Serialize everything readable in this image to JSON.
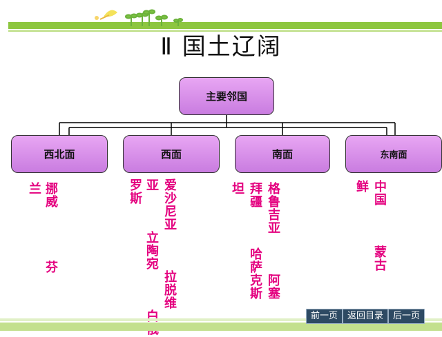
{
  "slide": {
    "title": "Ⅱ 国土辽阔",
    "root_label": "主要邻国",
    "categories": [
      {
        "label": "西北面",
        "columns": [
          "兰",
          "挪威\n\n\n芬"
        ]
      },
      {
        "label": "西面",
        "columns": [
          "罗斯",
          "亚\n\n立陶宛\n\n白俄",
          "爱沙尼亚\n\n拉脱维"
        ]
      },
      {
        "label": "南面",
        "columns": [
          "坦",
          "拜疆\n\n哈萨克斯",
          "格鲁吉亚\n\n阿塞"
        ]
      },
      {
        "label": "东南面",
        "columns": [
          "鲜",
          "中国\n\n蒙古\n\n朝"
        ]
      }
    ]
  },
  "nav": {
    "prev_label": "前一页",
    "menu_label": "返回目录",
    "next_label": "后一页"
  },
  "colors": {
    "node_fill": "#d98ee9",
    "text_accent": "#e4007f",
    "band": "#8dc63f",
    "nav_bg": "#2e4a63"
  }
}
